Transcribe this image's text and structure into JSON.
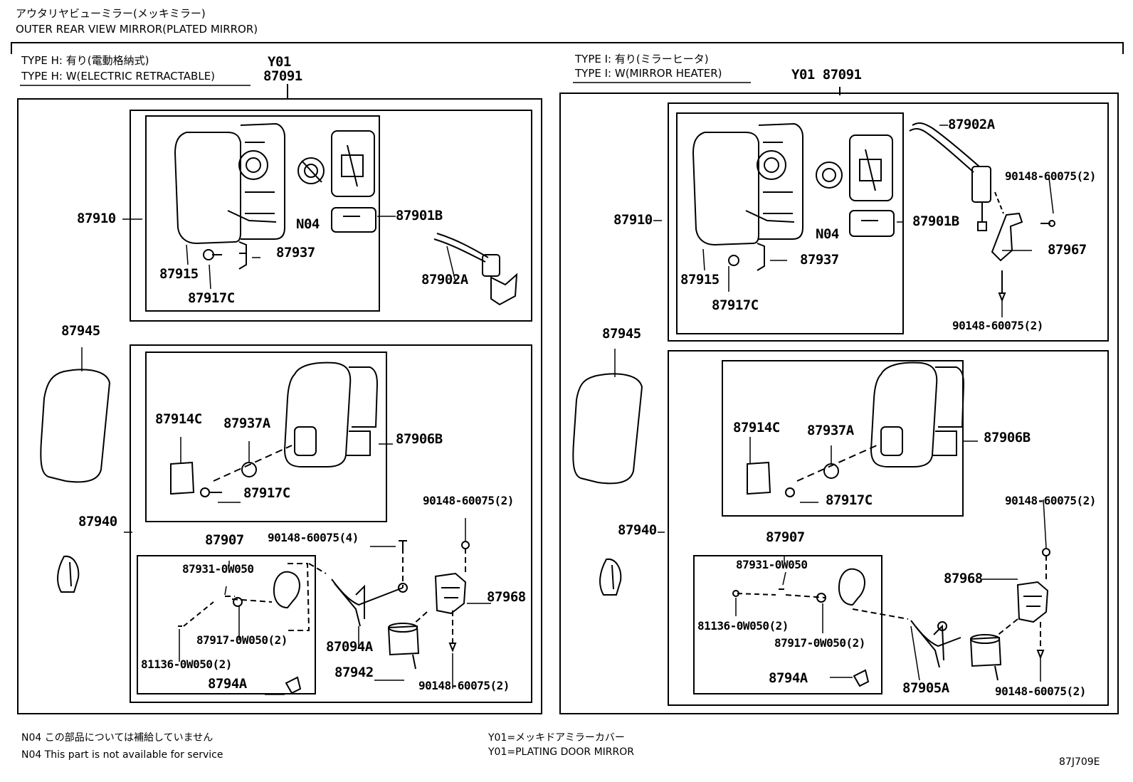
{
  "header": {
    "title_jp": "アウタリヤビューミラー(メッキミラー)",
    "title_en": "OUTER REAR VIEW MIRROR(PLATED MIRROR)"
  },
  "left_section": {
    "type_jp": "TYPE H: 有り(電動格納式)",
    "type_en": "TYPE H: W(ELECTRIC RETRACTABLE)",
    "code": "Y01",
    "assembly": "87091",
    "parts": {
      "p87910": "87910",
      "p87915": "87915",
      "p87917C": "87917C",
      "pN04": "N04",
      "p87937": "87937",
      "p87901B": "87901B",
      "p87902A": "87902A",
      "p87945": "87945",
      "p87940": "87940",
      "p87914C": "87914C",
      "p87937A": "87937A",
      "p87906B": "87906B",
      "p87917C_b": "87917C",
      "p87907": "87907",
      "p87931": "87931-0W050",
      "p90148_4": "90148-60075(4)",
      "p90148_2a": "90148-60075(2)",
      "p87917_0W": "87917-0W050(2)",
      "p81136": "81136-0W050(2)",
      "p8794A": "8794A",
      "p87094A": "87094A",
      "p87942": "87942",
      "p87968": "87968",
      "p90148_2b": "90148-60075(2)"
    }
  },
  "right_section": {
    "type_jp": "TYPE I: 有り(ミラーヒータ)",
    "type_en": "TYPE I: W(MIRROR HEATER)",
    "assembly": "Y01 87091",
    "parts": {
      "p87902A": "87902A",
      "p90148_2a": "90148-60075(2)",
      "p87910": "87910",
      "p87901B": "87901B",
      "pN04": "N04",
      "p87967": "87967",
      "p87937": "87937",
      "p87915": "87915",
      "p87917C": "87917C",
      "p90148_2b": "90148-60075(2)",
      "p87945": "87945",
      "p87914C": "87914C",
      "p87937A": "87937A",
      "p87906B": "87906B",
      "p87917C_b": "87917C",
      "p87940": "87940",
      "p90148_2c": "90148-60075(2)",
      "p87907": "87907",
      "p87931": "87931-0W050",
      "p87968": "87968",
      "p81136": "81136-0W050(2)",
      "p87917_0W": "87917-0W050(2)",
      "p8794A": "8794A",
      "p87905A": "87905A",
      "p90148_2d": "90148-60075(2)"
    }
  },
  "footer": {
    "note_jp": "N04 この部品については補給していません",
    "note_en": "N04 This part is not available for service",
    "y01_jp": "Y01=メッキドアミラーカバー",
    "y01_en": "Y01=PLATING DOOR MIRROR",
    "diagram_code": "87J709E"
  }
}
